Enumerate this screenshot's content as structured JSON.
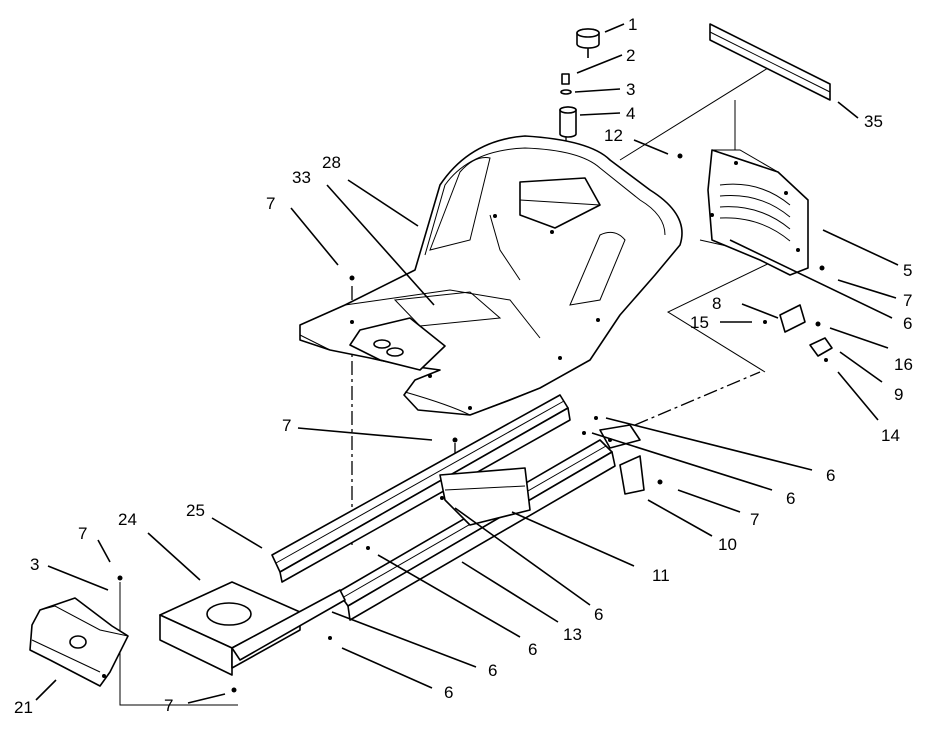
{
  "diagram": {
    "callouts": [
      {
        "id": "c-1",
        "label": "1"
      },
      {
        "id": "c-2",
        "label": "2"
      },
      {
        "id": "c-3a",
        "label": "3"
      },
      {
        "id": "c-4",
        "label": "4"
      },
      {
        "id": "c-35",
        "label": "35"
      },
      {
        "id": "c-12",
        "label": "12"
      },
      {
        "id": "c-28",
        "label": "28"
      },
      {
        "id": "c-33",
        "label": "33"
      },
      {
        "id": "c-7a",
        "label": "7"
      },
      {
        "id": "c-5",
        "label": "5"
      },
      {
        "id": "c-7b",
        "label": "7"
      },
      {
        "id": "c-8",
        "label": "8"
      },
      {
        "id": "c-15",
        "label": "15"
      },
      {
        "id": "c-6a",
        "label": "6"
      },
      {
        "id": "c-16",
        "label": "16"
      },
      {
        "id": "c-9",
        "label": "9"
      },
      {
        "id": "c-14",
        "label": "14"
      },
      {
        "id": "c-7c",
        "label": "7"
      },
      {
        "id": "c-6b",
        "label": "6"
      },
      {
        "id": "c-6c",
        "label": "6"
      },
      {
        "id": "c-7d",
        "label": "7"
      },
      {
        "id": "c-10",
        "label": "10"
      },
      {
        "id": "c-11",
        "label": "11"
      },
      {
        "id": "c-25",
        "label": "25"
      },
      {
        "id": "c-24",
        "label": "24"
      },
      {
        "id": "c-7e",
        "label": "7"
      },
      {
        "id": "c-3b",
        "label": "3"
      },
      {
        "id": "c-6d",
        "label": "6"
      },
      {
        "id": "c-13",
        "label": "13"
      },
      {
        "id": "c-6e",
        "label": "6"
      },
      {
        "id": "c-6f",
        "label": "6"
      },
      {
        "id": "c-6g",
        "label": "6"
      },
      {
        "id": "c-21",
        "label": "21"
      },
      {
        "id": "c-7f",
        "label": "7"
      }
    ]
  }
}
